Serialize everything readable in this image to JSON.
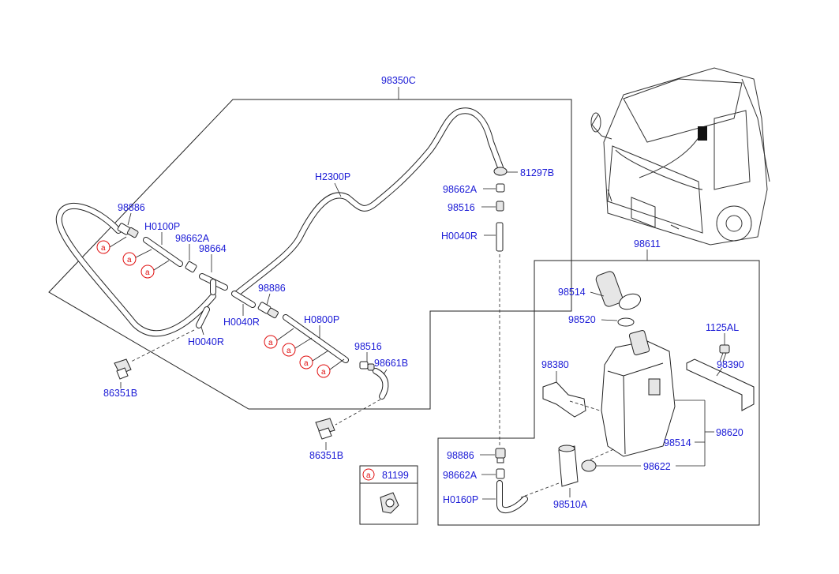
{
  "labels": {
    "l98350C": "98350C",
    "l98886a": "98886",
    "lH0100P": "H0100P",
    "l98662Aa": "98662A",
    "l98664": "98664",
    "l98886b": "98886",
    "lH0040Ra": "H0040R",
    "lH0040Rb": "H0040R",
    "lH2300P": "H2300P",
    "lH0800P": "H0800P",
    "l98516a": "98516",
    "l98661B": "98661B",
    "l86351Ba": "86351B",
    "l86351Bb": "86351B",
    "l81297B": "81297B",
    "l98662Ab": "98662A",
    "l98516b": "98516",
    "lH0040Rc": "H0040R",
    "l98611": "98611",
    "l98514a": "98514",
    "l98520": "98520",
    "l1125AL": "1125AL",
    "l98380": "98380",
    "l98390": "98390",
    "l98514b": "98514",
    "l98620": "98620",
    "l98622": "98622",
    "l98886c": "98886",
    "l98662Ac": "98662A",
    "lH0160P": "H0160P",
    "l98510A": "98510A",
    "l81199": "81199"
  },
  "marker": "a",
  "colors": {
    "label": "#1a1ad6",
    "marker": "#e01010",
    "line": "#222222"
  }
}
